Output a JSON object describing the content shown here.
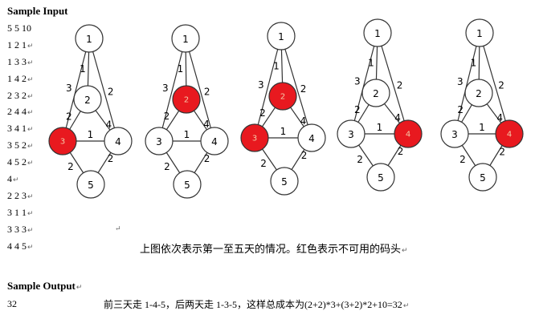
{
  "sample_input": {
    "heading": "Sample Input",
    "lines": [
      "5 5 10",
      "1 2 1",
      "1 3 3",
      "1 4 2",
      "2 3 2",
      "2 4 4",
      "3 4 1",
      "3 5 2",
      "4 5 2",
      "4",
      "2 2 3",
      "3 1 1",
      "3 3 3",
      "4 4 5"
    ]
  },
  "caption": "上图依次表示第一至五天的情况。红色表示不可用的码头",
  "sample_output": {
    "heading": "Sample Output",
    "value": "32",
    "explanation": "前三天走 1-4-5，后两天走 1-3-5，这样总成本为(2+2)*3+(3+2)*2+10=32"
  },
  "diagram": {
    "node_labels": [
      "1",
      "2",
      "3",
      "4",
      "5"
    ],
    "edges": [
      {
        "from": 1,
        "to": 2,
        "cost": "1"
      },
      {
        "from": 1,
        "to": 3,
        "cost": "3"
      },
      {
        "from": 1,
        "to": 4,
        "cost": "2"
      },
      {
        "from": 2,
        "to": 3,
        "cost": "2"
      },
      {
        "from": 2,
        "to": 4,
        "cost": "4"
      },
      {
        "from": 3,
        "to": 4,
        "cost": "1"
      },
      {
        "from": 3,
        "to": 5,
        "cost": "2"
      },
      {
        "from": 4,
        "to": 5,
        "cost": "2"
      }
    ],
    "days": [
      {
        "unavailable": [
          3
        ]
      },
      {
        "unavailable": [
          2
        ]
      },
      {
        "unavailable": [
          2,
          3
        ]
      },
      {
        "unavailable": [
          4
        ]
      },
      {
        "unavailable": [
          4
        ]
      }
    ],
    "colors": {
      "unavailable_fill": "#e8191f",
      "available_fill": "#ffffff",
      "stroke": "#333333"
    }
  }
}
